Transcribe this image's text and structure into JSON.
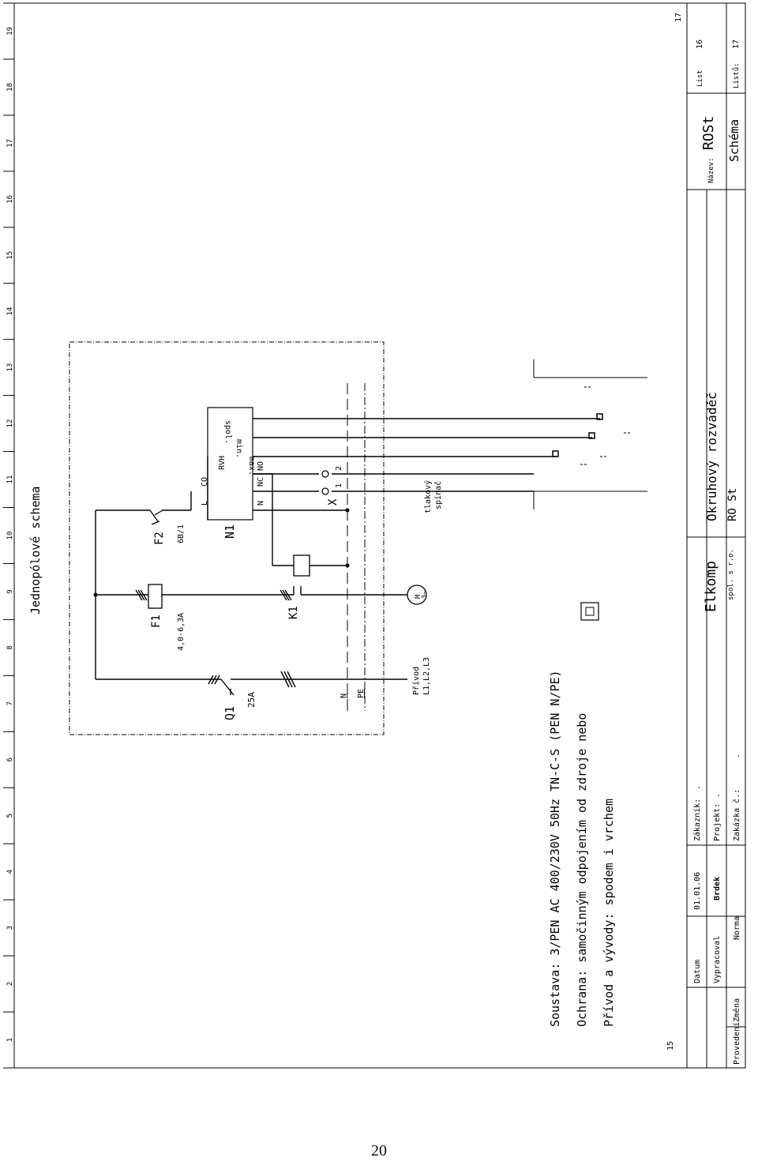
{
  "page_number": "20",
  "ruler": {
    "columns": [
      "1",
      "2",
      "3",
      "4",
      "5",
      "6",
      "7",
      "8",
      "9",
      "10",
      "11",
      "12",
      "13",
      "14",
      "15",
      "16",
      "17",
      "18",
      "19"
    ],
    "side_left": "15",
    "side_right": "17"
  },
  "diagram": {
    "title": "Jednopólové schema",
    "components": {
      "q1": "Q1",
      "q1_rating": "25A",
      "f1": "F1",
      "f1_rating": "4,0-6,3A",
      "f2": "F2",
      "f2_rating": "6B/1",
      "k1": "K1",
      "n1": "N1",
      "rvh": "RVH",
      "terminal_l": "L",
      "terminal_co": "CO",
      "terminal_n": "N",
      "terminal_nc": "NC",
      "terminal_no": "NO",
      "x": "X",
      "x_pin1": "1",
      "x_pin2": "2",
      "max": "max.",
      "min": "min.",
      "spol": "spol.",
      "motor": "M",
      "motor_phase": "3~",
      "n_bus": "N",
      "pe_bus": "PE",
      "supply_1": "Přívod",
      "supply_2": "L1,L2,L3",
      "pressure_1": "tlakový",
      "pressure_2": "spínač"
    }
  },
  "notes": {
    "line1": "Soustava: 3/PEN AC 400/230V 50Hz TN-C-S (PEN N/PE)",
    "line2": "Ochrana: samočinným odpojením od zdroje nebo",
    "line3": "Přívod a vývody: spodem i vrchem"
  },
  "title_block": {
    "datum_label": "Datum",
    "datum_value": "01.01.06",
    "vypracoval_label": "Vypracoval",
    "vypracoval_value": "Brdek",
    "norma_label": "Norma",
    "provedeni_label": "Provedení",
    "zmena_label": "Změna",
    "zakaznik_label": "Zákazník:",
    "zakaznik_value": ".",
    "projekt_label": "Projekt:",
    "projekt_value": ".",
    "zakazka_label": "Zakázka č.:",
    "zakazka_value": ".",
    "company": "Elkomp",
    "company_sub": "spol. s r.o.",
    "project_name": "Okruhový rozváděč",
    "project_code": "RO St",
    "nazev_label": "Název:",
    "nazev_value": "ROSt",
    "drawing_name": "Schéma",
    "list_label": "List",
    "list_value": "16",
    "listu_label": "Listů:",
    "listu_value": "17"
  }
}
